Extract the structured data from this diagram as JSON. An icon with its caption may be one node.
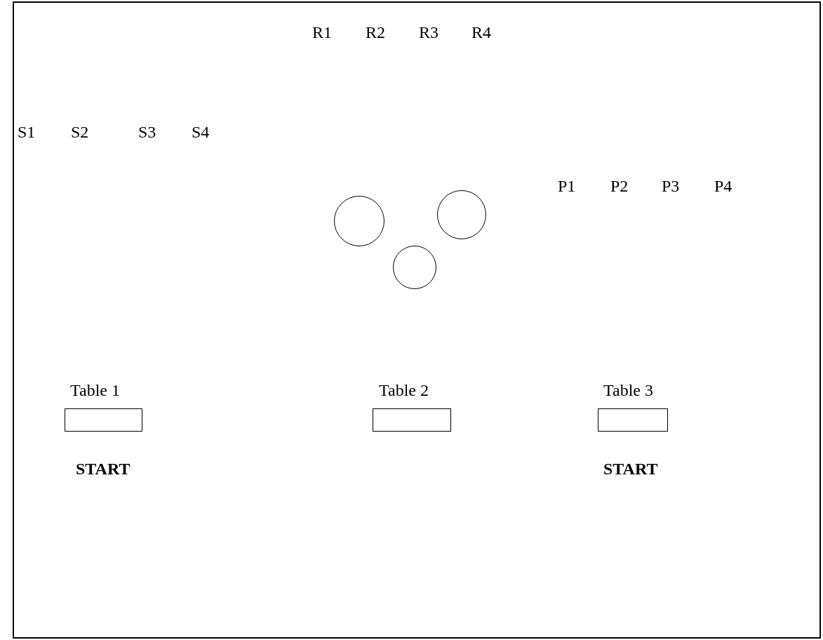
{
  "diagram": {
    "nodes": [
      {
        "text": [],
        "shape": "circle"
      },
      {
        "text": [],
        "shape": "circle"
      },
      {
        "text": [],
        "shape": "circle"
      },
      {
        "text": [
          "Table 1"
        ],
        "beside": [
          "START"
        ]
      },
      {
        "text": [
          "Table 2"
        ]
      },
      {
        "text": [
          "Table 3"
        ],
        "beside": [
          "START"
        ]
      }
    ],
    "edges": [],
    "labels": [
      "R1",
      "R2",
      "R3",
      "R4",
      "S1",
      "S2",
      "S3",
      "S4",
      "P1",
      "P2",
      "P3",
      "P4"
    ]
  }
}
